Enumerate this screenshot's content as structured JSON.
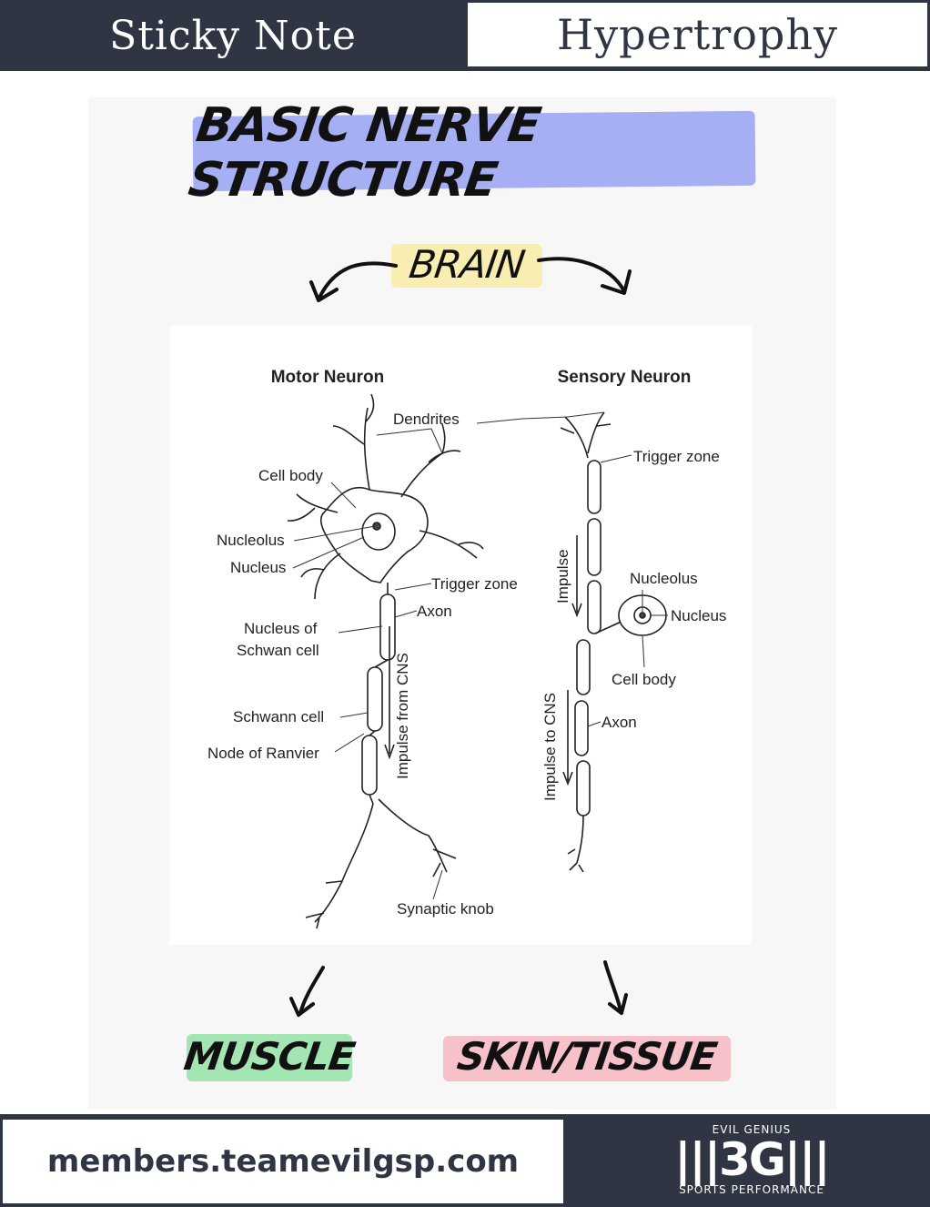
{
  "header": {
    "left_title": "Sticky Note",
    "right_title": "Hypertrophy"
  },
  "title": "BASIC NERVE STRUCTURE",
  "top_label": "BRAIN",
  "bottom_left_label": "MUSCLE",
  "bottom_right_label": "SKIN/TISSUE",
  "colors": {
    "header_bg": "#2f3542",
    "title_highlight": "#8b97f2",
    "brain_highlight": "#f8eca4",
    "muscle_highlight": "#8fe0a2",
    "skin_highlight": "#f6b3bd"
  },
  "diagram": {
    "motor_title": "Motor Neuron",
    "sensory_title": "Sensory Neuron",
    "labels": {
      "dendrites": "Dendrites",
      "cell_body_motor": "Cell body",
      "nucleolus_motor": "Nucleolus",
      "nucleus_motor": "Nucleus",
      "trigger_zone_motor": "Trigger zone",
      "axon_motor": "Axon",
      "nucleus_of_line1": "Nucleus of",
      "nucleus_of_line2": "Schwan cell",
      "schwann_cell": "Schwann cell",
      "node_of_ranvier": "Node of Ranvier",
      "impulse_from_cns": "Impulse from CNS",
      "synaptic_knob": "Synaptic knob",
      "trigger_zone_sensory": "Trigger zone",
      "impulse": "Impulse",
      "nucleolus_sensory": "Nucleolus",
      "nucleus_sensory": "Nucleus",
      "cell_body_sensory": "Cell body",
      "impulse_to_cns": "Impulse to CNS",
      "axon_sensory": "Axon"
    }
  },
  "footer": {
    "url": "members.teamevilgsp.com",
    "logo_top": "EVIL GENIUS",
    "logo_mark": "|||3G|||",
    "logo_bottom": "SPORTS PERFORMANCE"
  }
}
